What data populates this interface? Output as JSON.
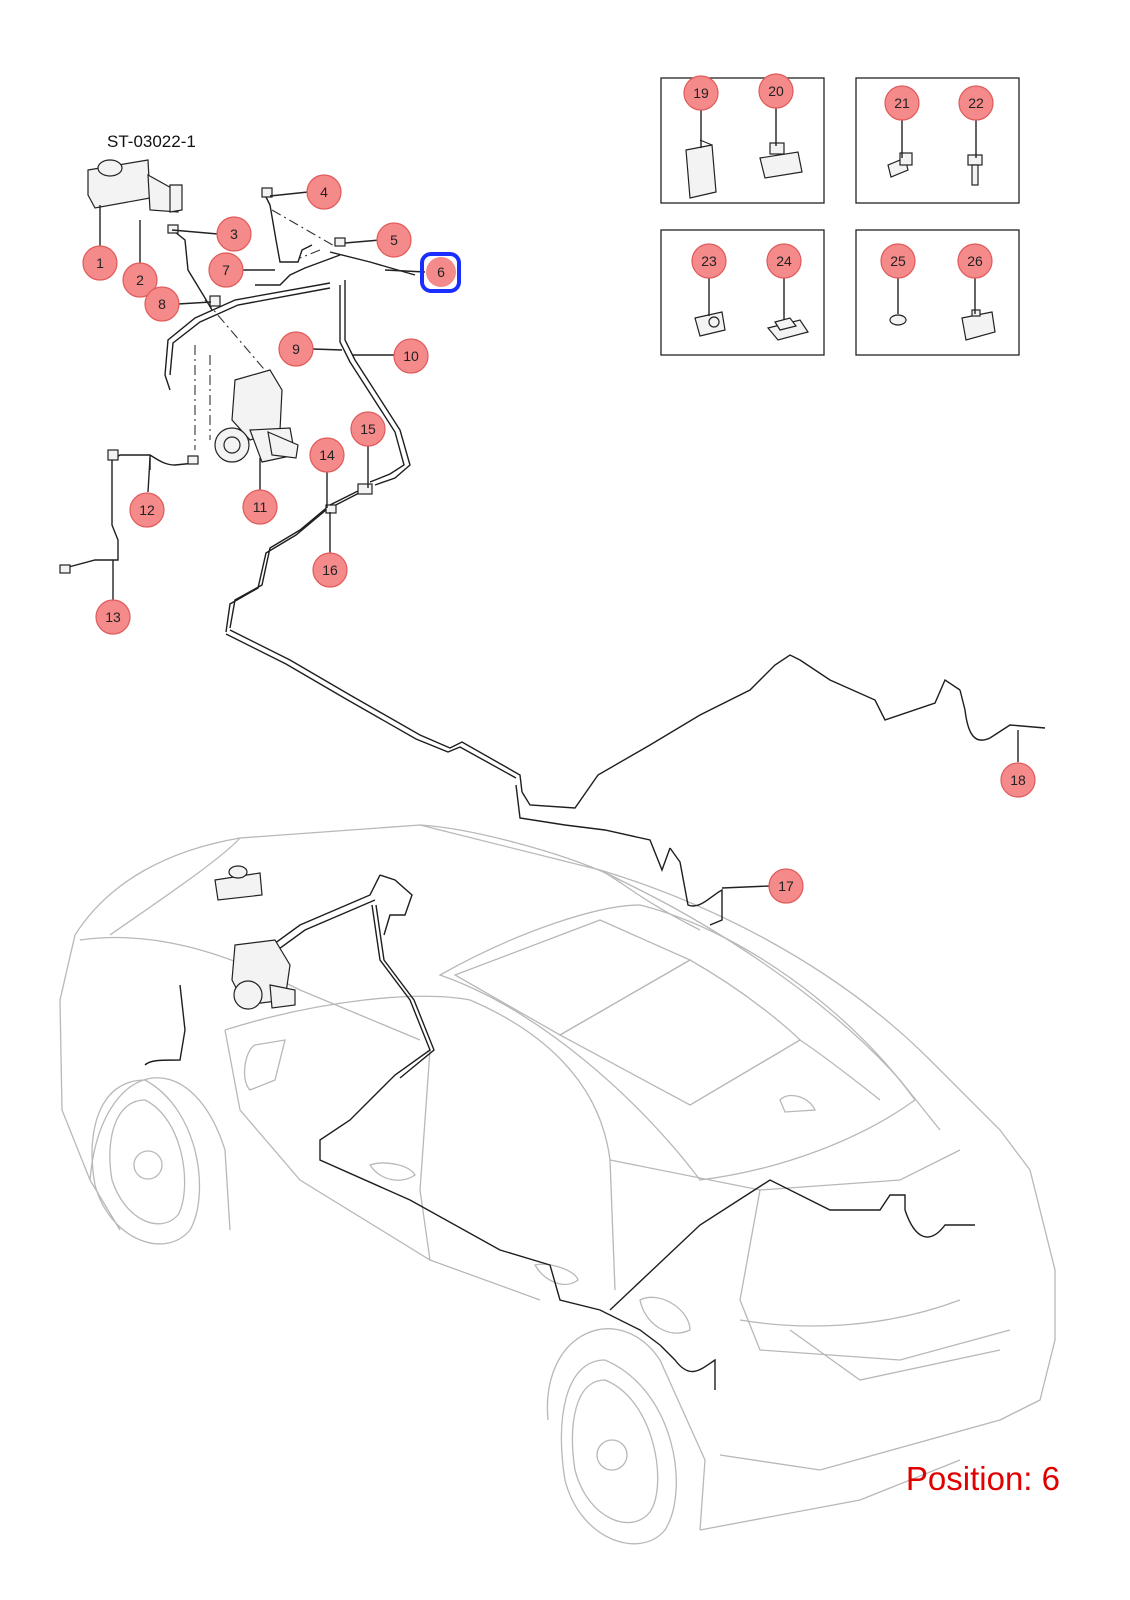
{
  "drawing_code": "ST-03022-1",
  "position_label": "Position: 6",
  "selected_callout": "6",
  "colors": {
    "callout_fill": "#f58a8a",
    "selection_ring": "#1a2eff",
    "position_text": "#e00000",
    "car_outline": "#b8b8b8"
  },
  "callouts": [
    "1",
    "2",
    "3",
    "4",
    "5",
    "6",
    "7",
    "8",
    "9",
    "10",
    "11",
    "12",
    "13",
    "14",
    "15",
    "16",
    "17",
    "18",
    "19",
    "20",
    "21",
    "22",
    "23",
    "24",
    "25",
    "26"
  ]
}
